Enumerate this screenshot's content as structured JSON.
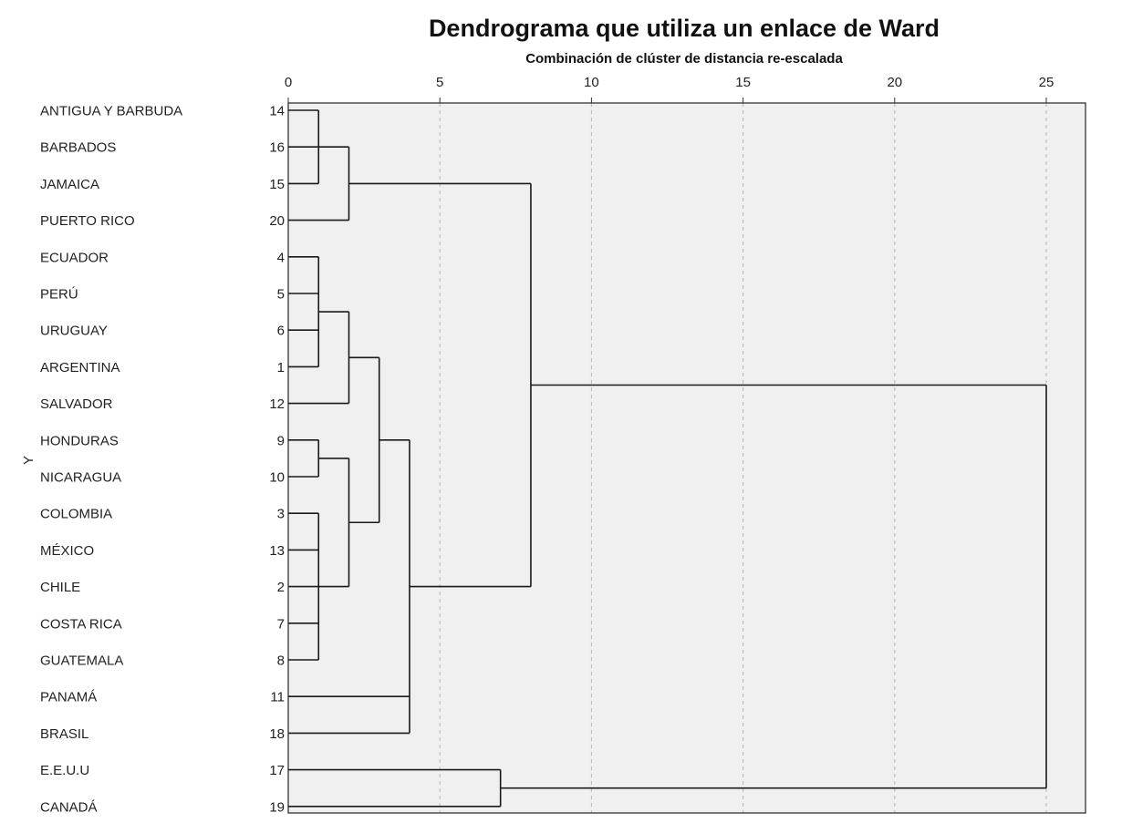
{
  "chart_data": {
    "type": "dendrogram",
    "title": "Dendrograma que utiliza un enlace de Ward",
    "subtitle": "Combinación de clúster de distancia re-escalada",
    "ylabel": "Y",
    "xlim": [
      0,
      25
    ],
    "xticks": [
      0,
      5,
      10,
      15,
      20,
      25
    ],
    "grid": true,
    "leaves": [
      {
        "name": "ANTIGUA Y BARBUDA",
        "id": "14"
      },
      {
        "name": "BARBADOS",
        "id": "16"
      },
      {
        "name": "JAMAICA",
        "id": "15"
      },
      {
        "name": "PUERTO RICO",
        "id": "20"
      },
      {
        "name": "ECUADOR",
        "id": "4"
      },
      {
        "name": "PERÚ",
        "id": "5"
      },
      {
        "name": "URUGUAY",
        "id": "6"
      },
      {
        "name": "ARGENTINA",
        "id": "1"
      },
      {
        "name": "SALVADOR",
        "id": "12"
      },
      {
        "name": "HONDURAS",
        "id": "9"
      },
      {
        "name": "NICARAGUA",
        "id": "10"
      },
      {
        "name": "COLOMBIA",
        "id": "3"
      },
      {
        "name": "MÉXICO",
        "id": "13"
      },
      {
        "name": "CHILE",
        "id": "2"
      },
      {
        "name": "COSTA RICA",
        "id": "7"
      },
      {
        "name": "GUATEMALA",
        "id": "8"
      },
      {
        "name": "PANAMÁ",
        "id": "11"
      },
      {
        "name": "BRASIL",
        "id": "18"
      },
      {
        "name": "E.E.U.U",
        "id": "17"
      },
      {
        "name": "CANADÁ",
        "id": "19"
      }
    ],
    "merges": [
      {
        "id": "A",
        "children": [
          "14",
          "16",
          "15"
        ],
        "height": 1
      },
      {
        "id": "B",
        "children": [
          "A",
          "20"
        ],
        "height": 2
      },
      {
        "id": "C",
        "children": [
          "4",
          "5",
          "6",
          "1"
        ],
        "height": 1
      },
      {
        "id": "D",
        "children": [
          "C",
          "12"
        ],
        "height": 2
      },
      {
        "id": "E",
        "children": [
          "9",
          "10"
        ],
        "height": 1
      },
      {
        "id": "F",
        "children": [
          "3",
          "13",
          "2",
          "7",
          "8"
        ],
        "height": 1
      },
      {
        "id": "G",
        "children": [
          "E",
          "F"
        ],
        "height": 2
      },
      {
        "id": "H",
        "children": [
          "D",
          "G"
        ],
        "height": 3
      },
      {
        "id": "I",
        "children": [
          "H",
          "11",
          "18"
        ],
        "height": 4
      },
      {
        "id": "J",
        "children": [
          "B",
          "I"
        ],
        "height": 8
      },
      {
        "id": "K",
        "children": [
          "17",
          "19"
        ],
        "height": 7
      },
      {
        "id": "L",
        "children": [
          "J",
          "K"
        ],
        "height": 25
      }
    ]
  }
}
